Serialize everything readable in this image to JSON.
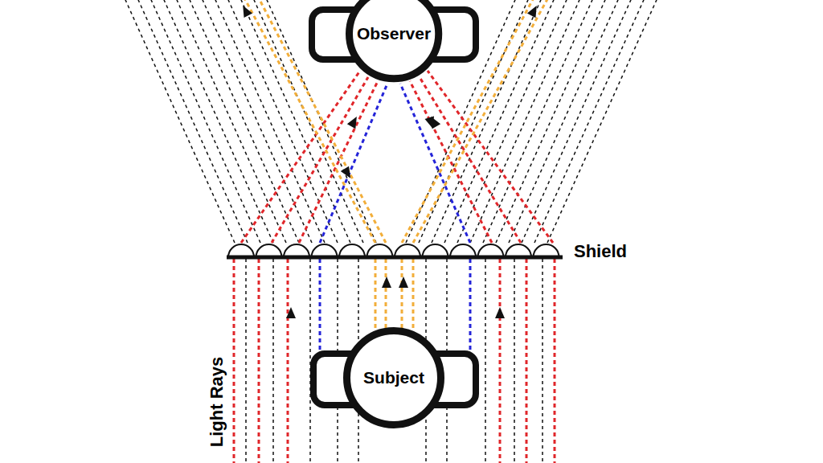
{
  "diagram": {
    "nodes": [
      {
        "text": [
          "Observer"
        ]
      },
      {
        "text": [
          "Subject"
        ]
      }
    ],
    "labels": [
      "Shield",
      "Light Rays"
    ]
  }
}
